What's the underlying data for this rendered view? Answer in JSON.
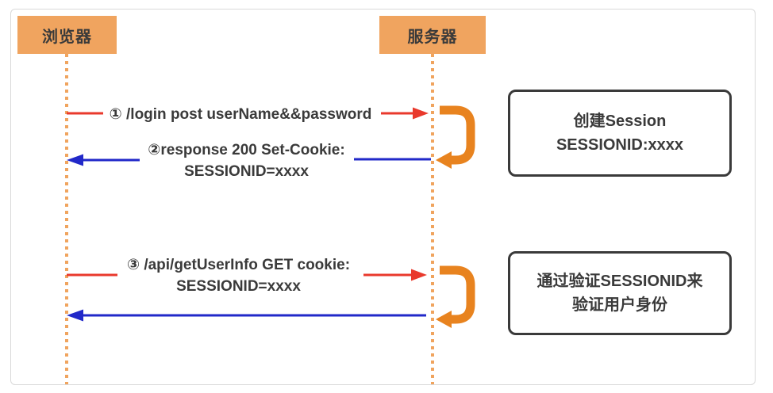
{
  "diagram": {
    "title": "Session-based authentication sequence diagram",
    "actors": [
      {
        "id": "browser",
        "label": "浏览器"
      },
      {
        "id": "server",
        "label": "服务器"
      }
    ],
    "messages": [
      {
        "step": 1,
        "direction": "request",
        "line1": "① /login post userName&&password",
        "line2": ""
      },
      {
        "step": 2,
        "direction": "response",
        "line1": "②response 200 Set-Cookie:",
        "line2": "SESSIONID=xxxx"
      },
      {
        "step": 3,
        "direction": "request",
        "line1": "③ /api/getUserInfo GET cookie:",
        "line2": "SESSIONID=xxxx"
      },
      {
        "step": 4,
        "direction": "response",
        "line1": "",
        "line2": ""
      }
    ],
    "notes": [
      {
        "line1": "创建Session",
        "line2": "SESSIONID:xxxx"
      },
      {
        "line1": "通过验证SESSIONID来",
        "line2": "验证用户身份"
      }
    ],
    "colors": {
      "actor_fill": "#F0A45F",
      "lifeline": "#F0A45E",
      "request_arrow": "#E9392C",
      "response_arrow": "#2128C9",
      "self_loop": "#E8831F",
      "note_border": "#3A3A3A",
      "text": "#3A3A3A",
      "frame_border": "#D9D9D9"
    }
  }
}
